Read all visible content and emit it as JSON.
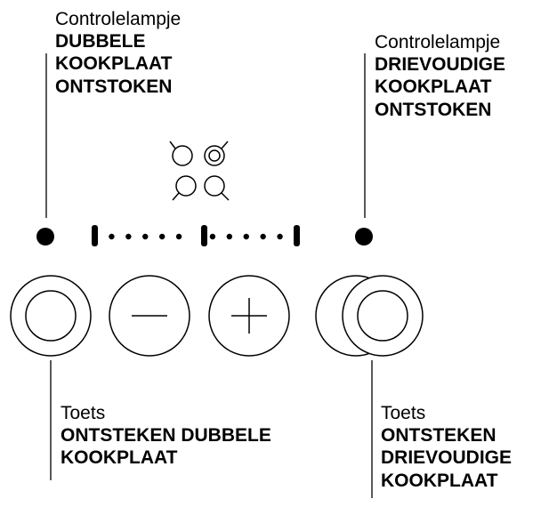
{
  "indicator_left": {
    "caption": "Controlelampje",
    "lines": [
      "DUBBELE",
      "KOOKPLAAT",
      "ONTSTOKEN"
    ]
  },
  "indicator_right": {
    "caption": "Controlelampje",
    "lines": [
      "DRIEVOUDIGE",
      "KOOKPLAAT",
      "ONTSTOKEN"
    ]
  },
  "button_left": {
    "caption": "Toets",
    "lines": [
      "ONTSTEKEN DUBBELE",
      "KOOKPLAAT"
    ]
  },
  "button_right": {
    "caption": "Toets",
    "lines": [
      "ONTSTEKEN",
      "DRIEVOUDIGE",
      "KOOKPLAAT"
    ]
  },
  "power_scale": {
    "dots": 10,
    "major_marks": [
      0,
      6,
      12
    ]
  },
  "icons": [
    "burner-off-icon",
    "burner-on-icon",
    "burner-small-icon",
    "burner-large-icon"
  ]
}
